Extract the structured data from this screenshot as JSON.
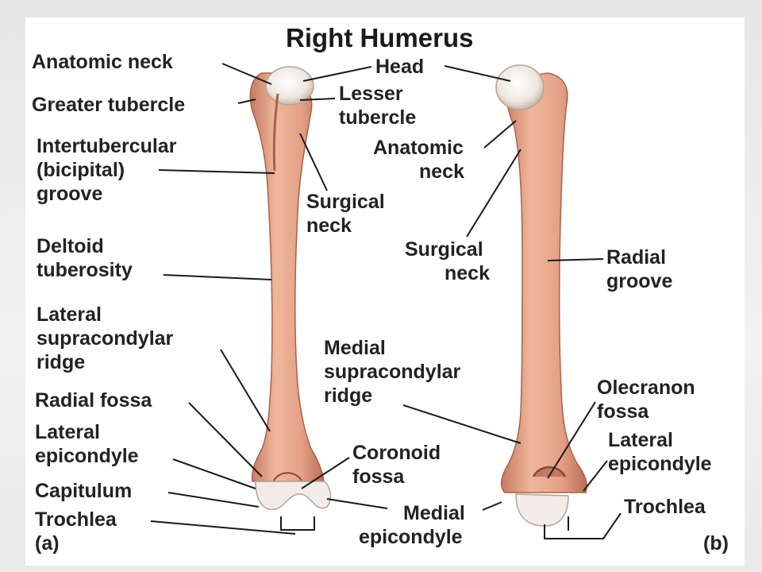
{
  "title": "Right Humerus",
  "colors": {
    "bone": "#e8a98d",
    "bone_shadow": "#c57b62",
    "cartilage": "#f1ece7",
    "text": "#222222"
  },
  "panel_a": {
    "tag": "(a)",
    "labels": {
      "anatomic_neck": "Anatomic neck",
      "head": "Head",
      "greater_tubercle": "Greater tubercle",
      "lesser_tubercle_1": "Lesser",
      "lesser_tubercle_2": "tubercle",
      "intertubercular_1": "Intertubercular",
      "intertubercular_2": "(bicipital)",
      "intertubercular_3": "groove",
      "surgical_neck_1": "Surgical",
      "surgical_neck_2": "neck",
      "deltoid_1": "Deltoid",
      "deltoid_2": "tuberosity",
      "lat_supra_1": "Lateral",
      "lat_supra_2": "supracondylar",
      "lat_supra_3": "ridge",
      "radial_fossa": "Radial fossa",
      "lat_epi_1": "Lateral",
      "lat_epi_2": "epicondyle",
      "capitulum": "Capitulum",
      "trochlea": "Trochlea",
      "coronoid_1": "Coronoid",
      "coronoid_2": "fossa",
      "medial_epi_1": "Medial",
      "medial_epi_2": "epicondyle"
    }
  },
  "panel_b": {
    "tag": "(b)",
    "labels": {
      "anatomic_neck_1": "Anatomic",
      "anatomic_neck_2": "neck",
      "surgical_neck_1": "Surgical",
      "surgical_neck_2": "neck",
      "radial_groove_1": "Radial",
      "radial_groove_2": "groove",
      "med_supra_1": "Medial",
      "med_supra_2": "supracondylar",
      "med_supra_3": "ridge",
      "olecranon_1": "Olecranon",
      "olecranon_2": "fossa",
      "lat_epi_1": "Lateral",
      "lat_epi_2": "epicondyle",
      "trochlea": "Trochlea"
    }
  }
}
